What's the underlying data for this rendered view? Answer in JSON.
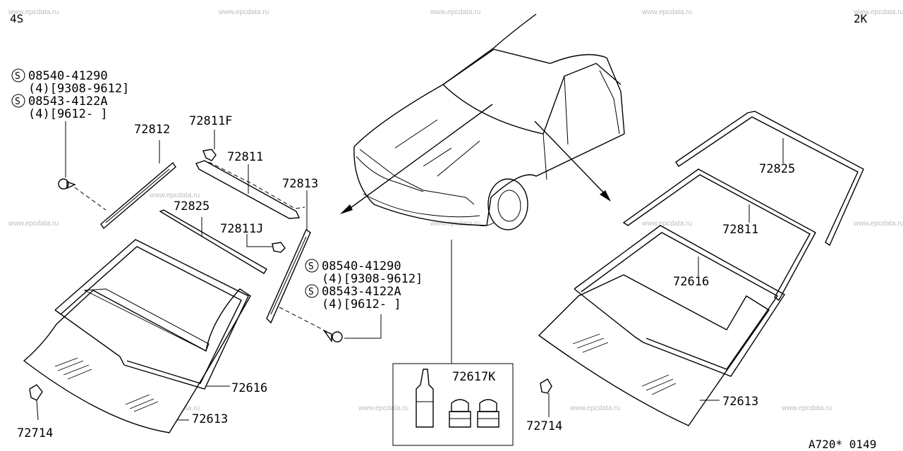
{
  "corner_labels": {
    "left": "4S",
    "right": "2K"
  },
  "footer_code": "A720* 0149",
  "watermark": "www.epcdata.ru",
  "parts": {
    "p72811F": "72811F",
    "p72812": "72812",
    "p72811_l": "72811",
    "p72813": "72813",
    "p72825_l": "72825",
    "p72811J": "72811J",
    "p72616_l": "72616",
    "p72613_l": "72613",
    "p72714_l": "72714",
    "p72617K": "72617K",
    "p72714_m": "72714",
    "p72825_r": "72825",
    "p72811_r": "72811",
    "p72616_r": "72616",
    "p72613_r": "72613"
  },
  "screws": {
    "left": [
      {
        "symbol": "S",
        "part": "08540-41290",
        "qty": "(4)[9308-9612]"
      },
      {
        "symbol": "S",
        "part": "08543-4122A",
        "qty": "(4)[9612-    ]"
      }
    ],
    "center": [
      {
        "symbol": "S",
        "part": "08540-41290",
        "qty": "(4)[9308-9612]"
      },
      {
        "symbol": "S",
        "part": "08543-4122A",
        "qty": "(4)[9612-    ]"
      }
    ]
  }
}
